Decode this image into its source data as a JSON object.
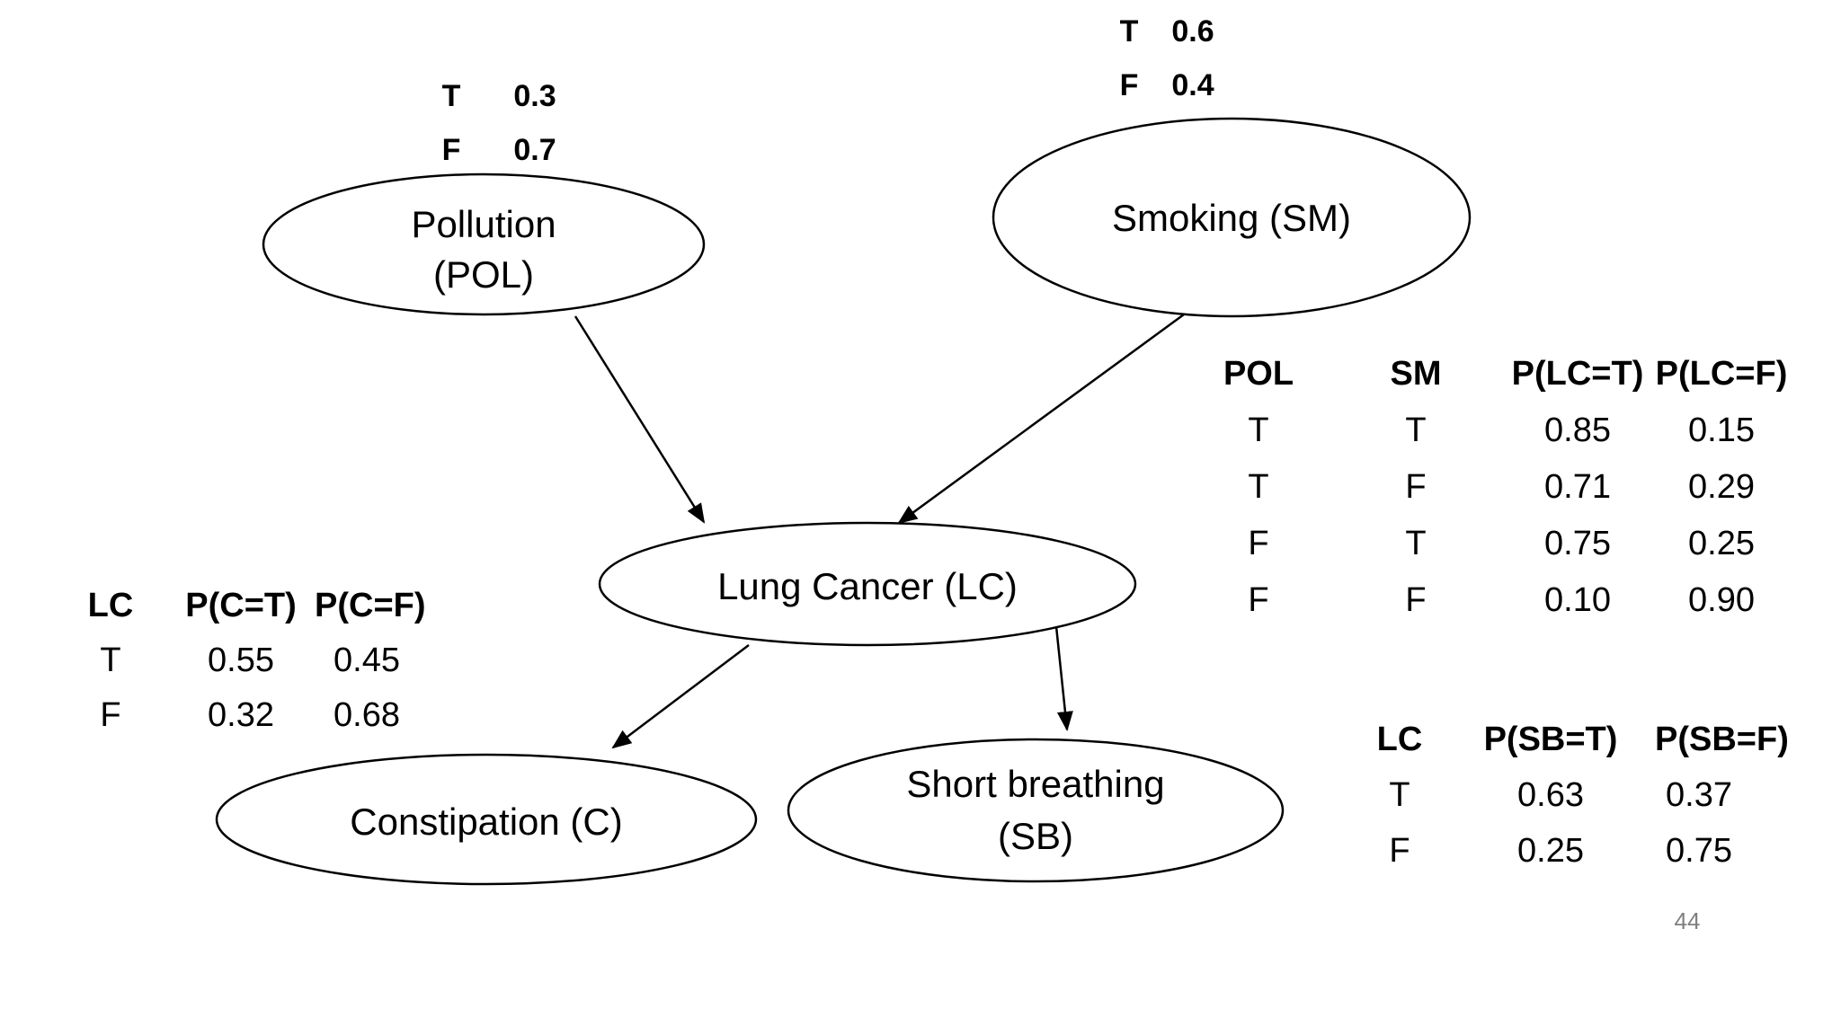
{
  "slide": {
    "page_number": "44"
  },
  "graph": {
    "type": "bayesian-network",
    "nodes": {
      "pollution": {
        "label_line1": "Pollution",
        "label_line2": "(POL)"
      },
      "smoking": {
        "label": "Smoking (SM)"
      },
      "lung_cancer": {
        "label": "Lung Cancer (LC)"
      },
      "constipation": {
        "label": "Constipation (C)"
      },
      "short_breathing": {
        "label_line1": "Short breathing",
        "label_line2": "(SB)"
      }
    },
    "edges": [
      {
        "from": "pollution",
        "to": "lung_cancer"
      },
      {
        "from": "smoking",
        "to": "lung_cancer"
      },
      {
        "from": "lung_cancer",
        "to": "constipation"
      },
      {
        "from": "lung_cancer",
        "to": "short_breathing"
      }
    ]
  },
  "tables": {
    "pollution_prior": {
      "rows": [
        [
          "T",
          "0.3"
        ],
        [
          "F",
          "0.7"
        ]
      ]
    },
    "smoking_prior": {
      "rows": [
        [
          "T",
          "0.6"
        ],
        [
          "F",
          "0.4"
        ]
      ]
    },
    "lung_cancer_cpt": {
      "headers": [
        "POL",
        "SM",
        "P(LC=T)",
        "P(LC=F)"
      ],
      "rows": [
        [
          "T",
          "T",
          "0.85",
          "0.15"
        ],
        [
          "T",
          "F",
          "0.71",
          "0.29"
        ],
        [
          "F",
          "T",
          "0.75",
          "0.25"
        ],
        [
          "F",
          "F",
          "0.10",
          "0.90"
        ]
      ]
    },
    "constipation_cpt": {
      "headers": [
        "LC",
        "P(C=T)",
        "P(C=F)"
      ],
      "rows": [
        [
          "T",
          "0.55",
          "0.45"
        ],
        [
          "F",
          "0.32",
          "0.68"
        ]
      ]
    },
    "short_breathing_cpt": {
      "headers": [
        "LC",
        "P(SB=T)",
        "P(SB=F)"
      ],
      "rows": [
        [
          "T",
          "0.63",
          "0.37"
        ],
        [
          "F",
          "0.25",
          "0.75"
        ]
      ]
    }
  },
  "colors": {
    "text": "#000000",
    "muted_text": "#7f7f7f",
    "node_stroke": "#000000",
    "background": "#ffffff"
  }
}
